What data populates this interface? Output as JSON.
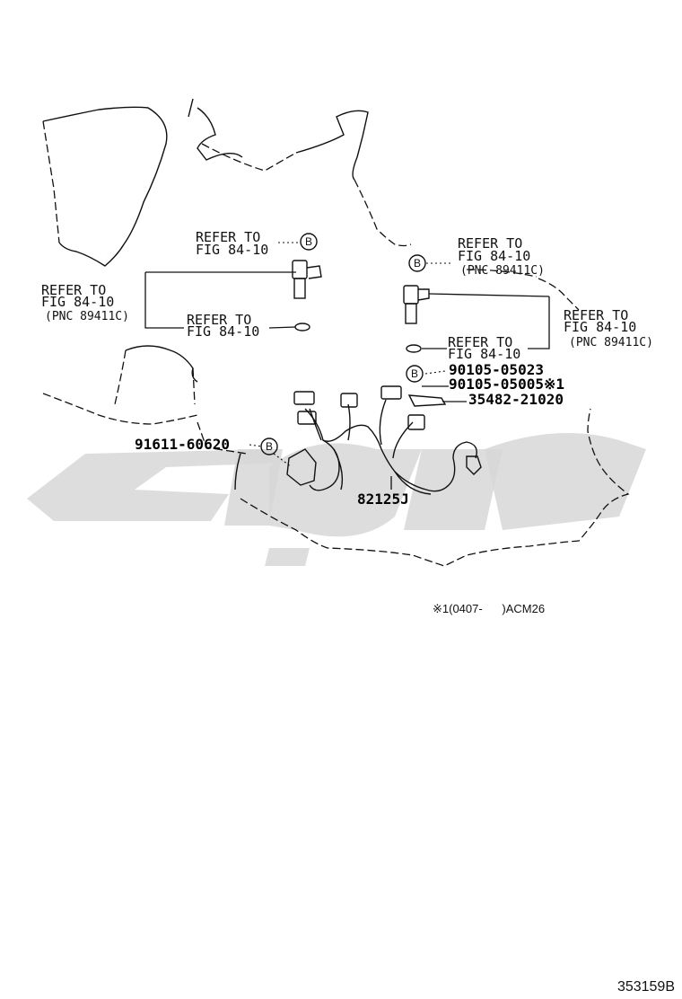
{
  "callouts": {
    "refer_top_left": [
      "REFER TO",
      "FIG 84-10"
    ],
    "refer_left": [
      "REFER TO",
      "FIG 84-10",
      "(PNC 89411C)"
    ],
    "refer_mid_left": [
      "REFER TO",
      "FIG 84-10"
    ],
    "refer_top_right": [
      "REFER TO",
      "FIG 84-10",
      "(PNC 89411C)"
    ],
    "refer_right": [
      "REFER TO",
      "FIG 84-10",
      "(PNC 89411C)"
    ],
    "refer_mid_right": [
      "REFER TO",
      "FIG 84-10"
    ]
  },
  "circle_marker": "B",
  "parts": {
    "bolt_1": "90105-05023",
    "bolt_2": "90105-05005※1",
    "clamp": "35482-21020",
    "clip": "91611-60620",
    "wire_harness": "82125J"
  },
  "footnote": "※1(0407-      )ACM26",
  "illustration_id": "353159B"
}
